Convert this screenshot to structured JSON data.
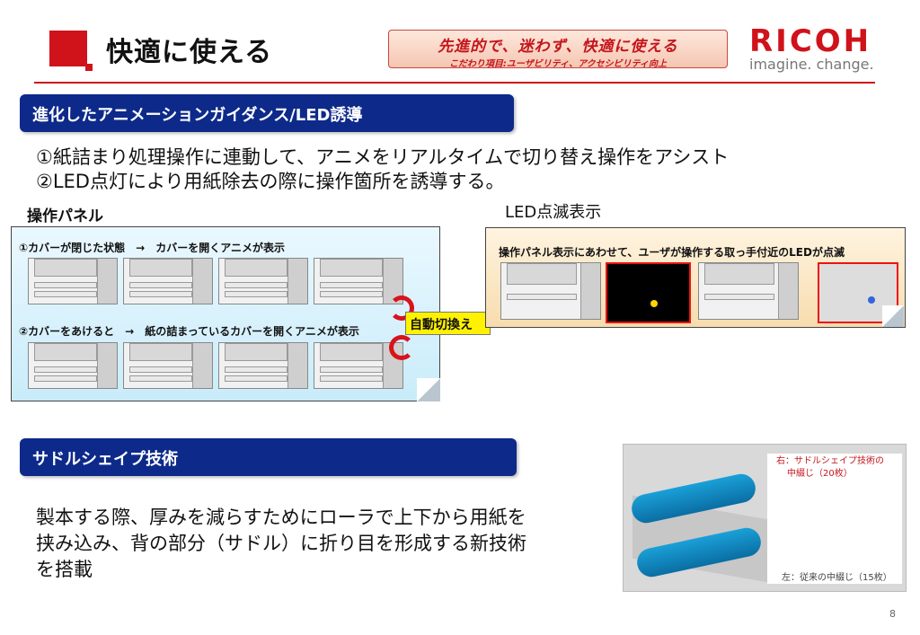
{
  "header": {
    "title": "快適に使える",
    "tagline_main": "先進的で、迷わず、快適に使える",
    "tagline_sub": "こだわり項目:ユーザビリティ、アクセシビリティ向上",
    "logo_text": "RICOH",
    "logo_sub": "imagine. change.",
    "accent_color": "#d0121b",
    "section_color": "#0d2a8a"
  },
  "section1": {
    "title": "進化したアニメーションガイダンス/LED誘導",
    "desc_line1": "①紙詰まり処理操作に連動して、アニメをリアルタイムで切り替え操作をアシスト",
    "desc_line2": "②LED点灯により用紙除去の際に操作箇所を誘導する。"
  },
  "left_panel": {
    "label": "操作パネル",
    "caption_top": "①カバーが閉じた状態　→　カバーを開くアニメが表示",
    "caption_bottom": "②カバーをあけると　→　紙の詰まっているカバーを開くアニメが表示"
  },
  "auto_switch_label": "自動切換え",
  "right_panel": {
    "label": "LED点滅表示",
    "caption": "操作パネル表示にあわせて、ユーザが操作する取っ手付近のLEDが点滅"
  },
  "section2": {
    "title": "サドルシェイプ技術",
    "desc_line1": "製本する際、厚みを減らすためにローラで上下から用紙を",
    "desc_line2": "挟み込み、背の部分（サドル）に折り目を形成する新技術",
    "desc_line3": "を搭載"
  },
  "saddle_photo": {
    "caption_right_1": "右：サドルシェイプ技術の",
    "caption_right_2": "中綴じ（20枚）",
    "caption_left": "左：従来の中綴じ（15枚）"
  },
  "page_number": "8",
  "icons": {
    "arrow_right": "arrow-right-icon",
    "rotate": "rotate-arrow-icon"
  }
}
